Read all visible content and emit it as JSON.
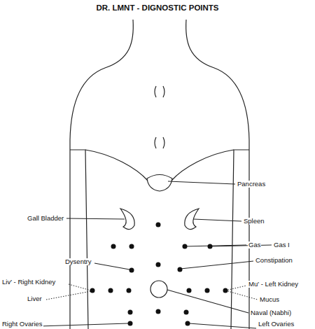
{
  "diagram": {
    "title": "DR. LMNT - DIGNOSTIC POINTS",
    "labels": [
      "Pancreas",
      "Gall Bladder",
      "Spleen",
      "Gas",
      "Gas I",
      "Dysentry",
      "Constipation",
      "Liv' - Right Kidney",
      "Mu' - Left Kidney",
      "Liver",
      "Mucus",
      "Naval (Nabhi)",
      "Right Ovaries",
      "Left Ovaries"
    ]
  }
}
